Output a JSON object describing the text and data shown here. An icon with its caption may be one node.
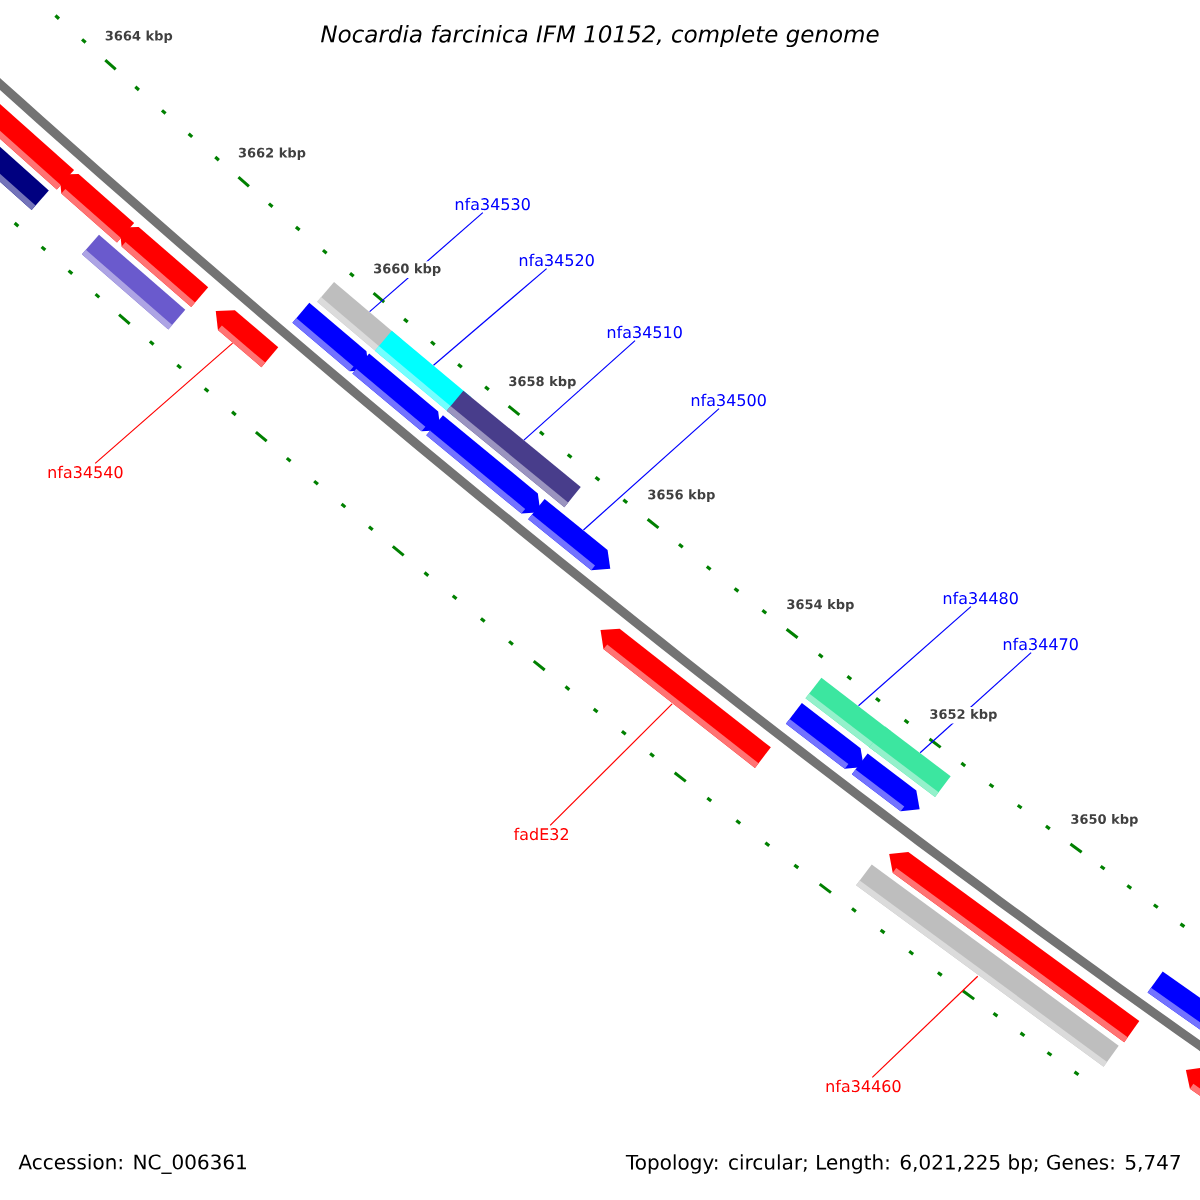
{
  "diagram": {
    "title": "Nocardia farcinica IFM 10152, complete genome",
    "nodes": [
      {
        "text": [
          "nfa34530"
        ]
      },
      {
        "text": [
          "nfa34520"
        ]
      },
      {
        "text": [
          "nfa34510"
        ]
      },
      {
        "text": [
          "nfa34500"
        ]
      },
      {
        "text": [
          "nfa34540"
        ]
      },
      {
        "text": [
          "nfa34480"
        ]
      },
      {
        "text": [
          "nfa34470"
        ]
      },
      {
        "text": [
          "fadE32"
        ]
      },
      {
        "text": [
          "nfa34460"
        ]
      },
      {
        "text": [],
        "shape": "arrow"
      },
      {
        "text": [],
        "shape": "bar"
      },
      {
        "text": [],
        "shape": "arrow"
      },
      {
        "text": [],
        "shape": "bar"
      },
      {
        "text": [],
        "shape": "arrow"
      },
      {
        "text": [],
        "shape": "arrow"
      },
      {
        "text": [],
        "shape": "arrow"
      },
      {
        "text": [],
        "shape": "bar"
      },
      {
        "text": [],
        "shape": "arrow"
      },
      {
        "text": [],
        "shape": "bar"
      },
      {
        "text": [],
        "shape": "arrow"
      },
      {
        "text": [],
        "shape": "bar"
      },
      {
        "text": [],
        "shape": "arrow"
      },
      {
        "text": [],
        "shape": "arrow"
      },
      {
        "text": [],
        "shape": "arrow"
      },
      {
        "text": [],
        "shape": "bar"
      },
      {
        "text": [],
        "shape": "bar"
      },
      {
        "text": [],
        "shape": "arrow"
      },
      {
        "text": [],
        "shape": "bar"
      },
      {
        "text": [],
        "shape": "arrow"
      },
      {
        "text": [],
        "shape": "arrow"
      },
      {
        "text": [],
        "shape": "arrow"
      }
    ],
    "edges": [
      {
        "from": 0,
        "to": 16,
        "arrow": "none"
      },
      {
        "from": 1,
        "to": 18,
        "arrow": "none"
      },
      {
        "from": 2,
        "to": 20,
        "arrow": "none"
      },
      {
        "from": 3,
        "to": 21,
        "arrow": "none"
      },
      {
        "from": 4,
        "to": 14,
        "arrow": "none",
        "color": "#ff0000"
      },
      {
        "from": 5,
        "to": 24,
        "arrow": "none"
      },
      {
        "from": 6,
        "to": 25,
        "arrow": "none"
      },
      {
        "from": 7,
        "to": 22,
        "arrow": "none",
        "color": "#ff0000"
      },
      {
        "from": 8,
        "to": 27,
        "arrow": "none",
        "color": "#ff0000"
      }
    ],
    "labels": [
      "3664 kbp",
      "3662 kbp",
      "3660 kbp",
      "3658 kbp",
      "3656 kbp",
      "3654 kbp",
      "3652 kbp",
      "3650 kbp",
      "Accession: NC_006361",
      "Topology: circular; Length: 6,021,225 bp; Genes: 5,747"
    ]
  }
}
